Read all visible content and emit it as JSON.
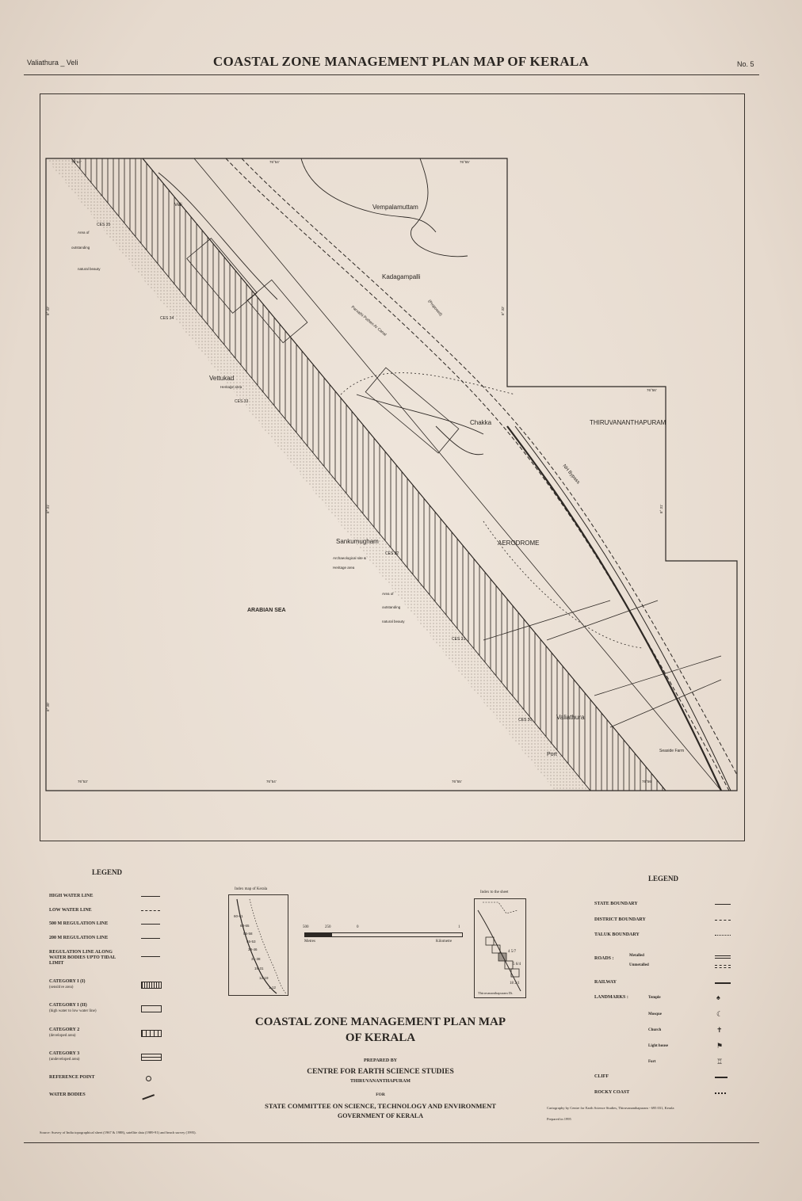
{
  "header": {
    "left": "Valiathura _ Veli",
    "title": "COASTAL ZONE MANAGEMENT PLAN MAP OF KERALA",
    "right": "No. 5"
  },
  "map": {
    "labels": {
      "vempalamuttam": "Vempalamuttam",
      "kadagampalli": "Kadagampalli",
      "chakka": "Chakka",
      "thiruvananthapuram": "THIRUVANANTHAPURAM",
      "aerodrome": "AERODROME",
      "arabian_sea": "ARABIAN SEA",
      "vettukad": "Vettukad",
      "sankumugham": "Sankumugham",
      "valiathura": "Valiathura",
      "port": "Port",
      "veli": "Veli",
      "nh_bypass": "NH Bypass",
      "parvathi_canal": "Parvathi Puthen Ar Canal",
      "proposed": "(Proposed)",
      "seaside_farm": "Seaside Farm",
      "heritage_area_1": "Heritage area",
      "heritage_area_2": "Heritage area",
      "archaeological": "Archaeological site &",
      "area_of_1": "Area of",
      "outstanding_1": "outstanding",
      "natural_beauty_1": "natural beauty",
      "area_of_2": "Area of",
      "outstanding_2": "outstanding",
      "natural_beauty_2": "natural beauty",
      "ces35": "CES 35",
      "ces34": "CES 34",
      "ces33": "CES 33",
      "ces32": "CES 32",
      "ces31": "CES 31",
      "ces30": "CES 30"
    },
    "ticks": {
      "top1": "76°53'",
      "top2": "76°54'",
      "top3": "76°55'",
      "right_mid": "76°56'",
      "bottom1": "76°53'",
      "bottom2": "76°54'",
      "bottom3": "76°55'",
      "bottom4": "76°56'",
      "left1": "8° 32'",
      "left2": "8° 31'",
      "left3": "8° 30'",
      "right1": "8° 32'",
      "right2": "8° 31'"
    }
  },
  "legend_left": {
    "heading": "LEGEND",
    "items": [
      {
        "label": "HIGH WATER LINE",
        "sub": ""
      },
      {
        "label": "LOW WATER LINE",
        "sub": ""
      },
      {
        "label": "500 M REGULATION LINE",
        "sub": ""
      },
      {
        "label": "200 M REGULATION LINE",
        "sub": ""
      },
      {
        "label": "REGULATION LINE ALONG WATER BODIES UPTO TIDAL LIMIT",
        "sub": ""
      },
      {
        "label": "CATEGORY I (i)",
        "sub": "(sensitive area)"
      },
      {
        "label": "CATEGORY I (ii)",
        "sub": "(high water to low water line)"
      },
      {
        "label": "CATEGORY 2",
        "sub": "(developed area)"
      },
      {
        "label": "CATEGORY 3",
        "sub": "(undeveloped area)"
      },
      {
        "label": "REFERENCE POINT",
        "sub": ""
      },
      {
        "label": "WATER BODIES",
        "sub": ""
      }
    ]
  },
  "index_map": {
    "title": "Index map of Kerala",
    "sheets": [
      "60-61",
      "63-65",
      "55-58",
      "46-53",
      "38-46",
      "31-38",
      "19-31",
      "12-19",
      "1-12"
    ]
  },
  "scale": {
    "ticks": [
      "500",
      "250",
      "0",
      "1"
    ],
    "left_unit": "Metres",
    "right_unit": "Kilometre"
  },
  "index_sheet": {
    "title": "Index to the sheet",
    "labels": [
      "4 5/7",
      "5 6/4",
      "18 2/1"
    ],
    "footer": "Thiruvananthapuram Dt."
  },
  "title_block": {
    "title_line1": "COASTAL ZONE MANAGEMENT PLAN MAP",
    "title_line2": "OF KERALA",
    "prepared_by": "PREPARED BY",
    "institution": "CENTRE FOR EARTH SCIENCE STUDIES",
    "city": "THIRUVANANTHAPURAM",
    "for": "FOR",
    "committee": "STATE COMMITTEE ON SCIENCE, TECHNOLOGY AND ENVIRONMENT",
    "government": "GOVERNMENT OF KERALA"
  },
  "legend_right": {
    "heading": "LEGEND",
    "items": {
      "state": "STATE BOUNDARY",
      "district": "DISTRICT BOUNDARY",
      "taluk": "TALUK BOUNDARY",
      "roads": "ROADS :",
      "metalled": "Metalled",
      "unmetalled": "Unmetalled",
      "railway": "RAILWAY",
      "landmarks": "LANDMARKS :",
      "temple": "Temple",
      "mosque": "Mosque",
      "church": "Church",
      "lighthouse": "Light house",
      "fort": "Fort",
      "cliff": "CLIFF",
      "rocky": "ROCKY COAST"
    }
  },
  "footnotes": {
    "source": "Source: Survey of India topographical sheet (1967 & 1988), satellite data (1989-91) and beach survey (1995).",
    "cartography": "Cartography by Centre for Earth Science Studies, Thiruvananthapuram - 695 031, Kerala",
    "prepared": "Prepared in 1995"
  }
}
